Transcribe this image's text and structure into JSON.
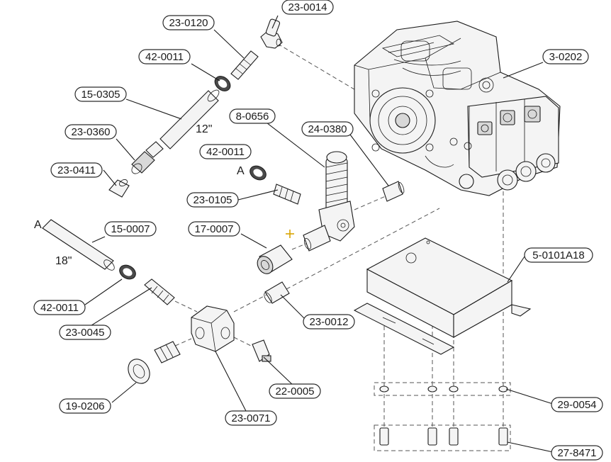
{
  "callouts": {
    "p23_0014": "23-0014",
    "p23_0120": "23-0120",
    "p42_0011_top": "42-0011",
    "p15_0305": "15-0305",
    "p23_0360": "23-0360",
    "p23_0411": "23-0411",
    "p8_0656": "8-0656",
    "p42_0011_mid": "42-0011",
    "p24_0380": "24-0380",
    "p3_0202": "3-0202",
    "p23_0105": "23-0105",
    "p17_0007": "17-0007",
    "p15_0007": "15-0007",
    "p5_0101A18": "5-0101A18",
    "p42_0011_low": "42-0011",
    "p23_0045": "23-0045",
    "p23_0012": "23-0012",
    "p22_0005": "22-0005",
    "p19_0206": "19-0206",
    "p23_0071": "23-0071",
    "p29_0054": "29-0054",
    "p27_8471": "27-8471"
  },
  "annotations": {
    "hose_12": "12\"",
    "hose_18": "18\"",
    "marker_a_mid": "A",
    "marker_a_left": "A"
  },
  "colors": {
    "line": "#1a1a1a",
    "crosshair": "#d9a300",
    "part_fill": "#f4f4f4"
  }
}
